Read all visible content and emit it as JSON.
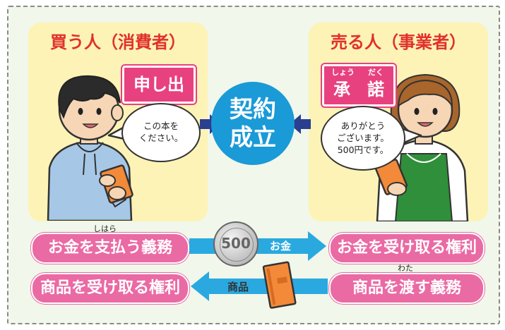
{
  "buyer": {
    "title": "買う人（消費者）",
    "action": "申し出",
    "speech_line1": "この本を",
    "speech_line2": "ください。"
  },
  "seller": {
    "title": "売る人（事業者）",
    "action": "承　諾",
    "action_ruby_1": "しょう",
    "action_ruby_2": "だく",
    "speech_line1": "ありがとう",
    "speech_line2": "ございます。",
    "speech_line3": "500円です。"
  },
  "contract": {
    "line1": "契約",
    "line2": "成立"
  },
  "obligations": {
    "pay_duty": "お金を支払う義務",
    "pay_duty_ruby": "しはら",
    "receive_money_right": "お金を受け取る権利",
    "receive_goods_right": "商品を受け取る権利",
    "deliver_duty": "商品を渡す義務",
    "deliver_duty_ruby": "わた"
  },
  "flows": {
    "money_label": "お金",
    "coin_value": "500",
    "goods_label": "商品"
  },
  "colors": {
    "title_red": "#e0312b",
    "contract_blue": "#1a9ad7",
    "pill_pink": "#ea6aa4",
    "action_magenta": "#e8417f",
    "arrow_light_blue": "#2aa9e0",
    "arrow_dark_blue": "#2a3f8f",
    "panel_yellow": "#fdf3b6"
  }
}
